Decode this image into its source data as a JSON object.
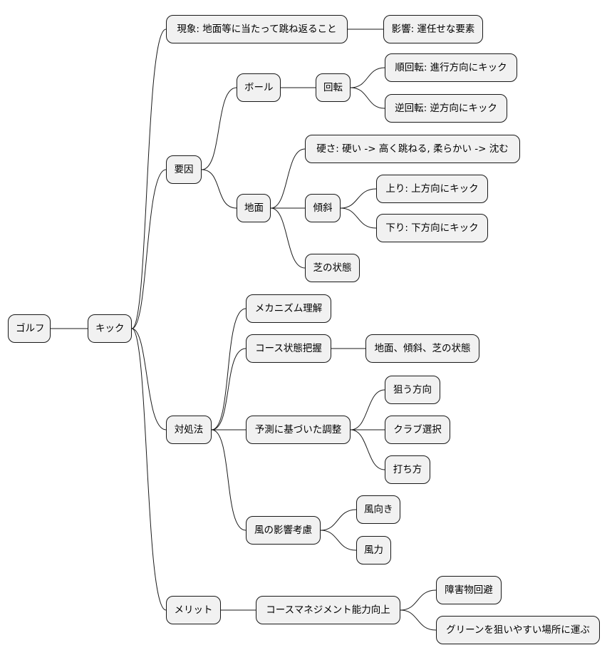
{
  "mindmap": {
    "root": "ゴルフ",
    "kick": "キック",
    "phenomenon": "現象: 地面等に当たって跳ね返ること",
    "influence": "影響: 運任せな要素",
    "factors": "要因",
    "ball": "ボール",
    "spin": "回転",
    "topspin": "順回転: 進行方向にキック",
    "backspin": "逆回転: 逆方向にキック",
    "ground": "地面",
    "hardness": "硬さ: 硬い -> 高く跳ねる, 柔らかい -> 沈む",
    "slope": "傾斜",
    "uphill": "上り: 上方向にキック",
    "downhill": "下り: 下方向にキック",
    "turf": "芝の状態",
    "countermeasures": "対処法",
    "mechanism": "メカニズム理解",
    "course_grasp": "コース状態把握",
    "course_items": "地面、傾斜、芝の状態",
    "adjust": "予測に基づいた調整",
    "aim": "狙う方向",
    "club": "クラブ選択",
    "strike": "打ち方",
    "wind": "風の影響考慮",
    "wind_dir": "風向き",
    "wind_power": "風力",
    "merit": "メリット",
    "management": "コースマネジメント能力向上",
    "avoid": "障害物回避",
    "green": "グリーンを狙いやすい場所に運ぶ"
  }
}
